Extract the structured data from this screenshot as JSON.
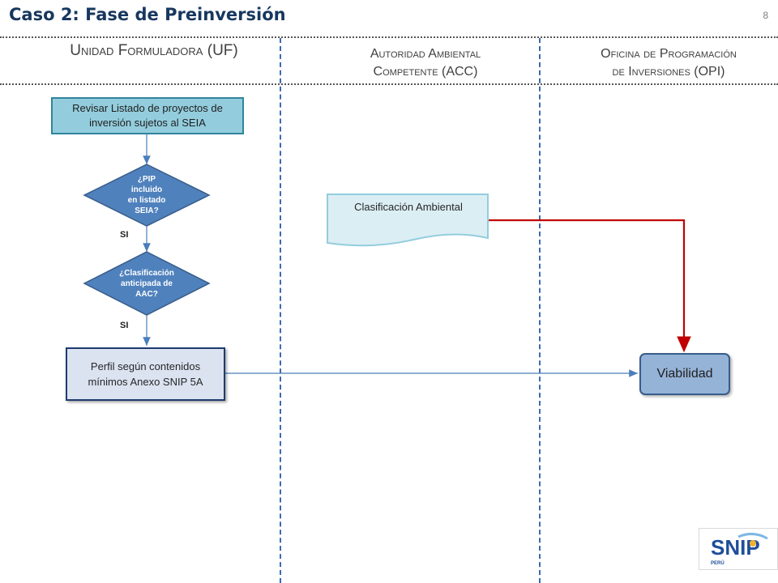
{
  "header": {
    "title": "Caso 2: Fase de Preinversión",
    "page_number": "8"
  },
  "lanes": {
    "uf": "Unidad Formuladora (UF)",
    "acc_line1": "Autoridad Ambiental",
    "acc_line2": "Competente (ACC)",
    "opi_line1": "Oficina de Programación",
    "opi_line2": "de Inversiones (OPI)"
  },
  "nodes": {
    "revisar": "Revisar Listado de proyectos de inversión sujetos al SEIA",
    "decision1_l1": "¿PIP",
    "decision1_l2": "incluido",
    "decision1_l3": "en listado",
    "decision1_l4": "SEIA?",
    "decision2_l1": "¿Clasificación",
    "decision2_l2": "anticipada de",
    "decision2_l3": "AAC?",
    "si1": "SI",
    "si2": "SI",
    "perfil": "Perfil según contenidos mínimos Anexo SNIP 5A",
    "clasificacion": "Clasificación Ambiental",
    "viabilidad": "Viabilidad"
  },
  "logo": {
    "text": "SNIP",
    "sub": "PERÚ"
  },
  "colors": {
    "title": "#17375e",
    "lane_divider": "#3b6bb0",
    "decision_fill": "#4f81bd",
    "revisar_fill": "#93cddd",
    "perfil_fill": "#dbe3f1",
    "viabilidad_fill": "#95b3d7",
    "document_fill": "#dbeef4",
    "red_arrow": "#c00000",
    "blue_arrow": "#4a7ebb"
  }
}
